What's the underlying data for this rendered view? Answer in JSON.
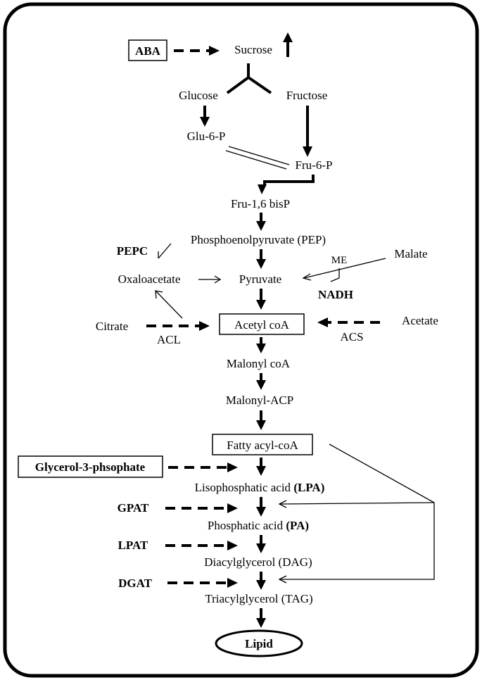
{
  "nodes": {
    "aba": "ABA",
    "sucrose": "Sucrose",
    "glucose": "Glucose",
    "fructose": "Fructose",
    "glu6p": "Glu-6-P",
    "fru6p": "Fru-6-P",
    "fru16bisp": "Fru-1,6 bisP",
    "pep": "Phosphoenolpyruvate (PEP)",
    "pepc": "PEPC",
    "oxaloacetate": "Oxaloacetate",
    "pyruvate": "Pyruvate",
    "me": "ME",
    "malate": "Malate",
    "nadh": "NADH",
    "citrate": "Citrate",
    "acl": "ACL",
    "acetyl_coa": "Acetyl coA",
    "acetate": "Acetate",
    "acs": "ACS",
    "malonyl_coa": "Malonyl coA",
    "malonyl_acp": "Malonyl-ACP",
    "fatty_acyl_coa": "Fatty acyl-coA",
    "glycerol3p": "Glycerol-3-phsophate",
    "lpa_text": "Lisophosphatic acid ",
    "lpa_abbr": "(LPA)",
    "gpat": "GPAT",
    "pa_text": "Phosphatic acid ",
    "pa_abbr": "(PA)",
    "lpat": "LPAT",
    "dag": "Diacylglycerol (DAG)",
    "dgat": "DGAT",
    "tag": "Triacylglycerol (TAG)",
    "lipid": "Lipid"
  }
}
